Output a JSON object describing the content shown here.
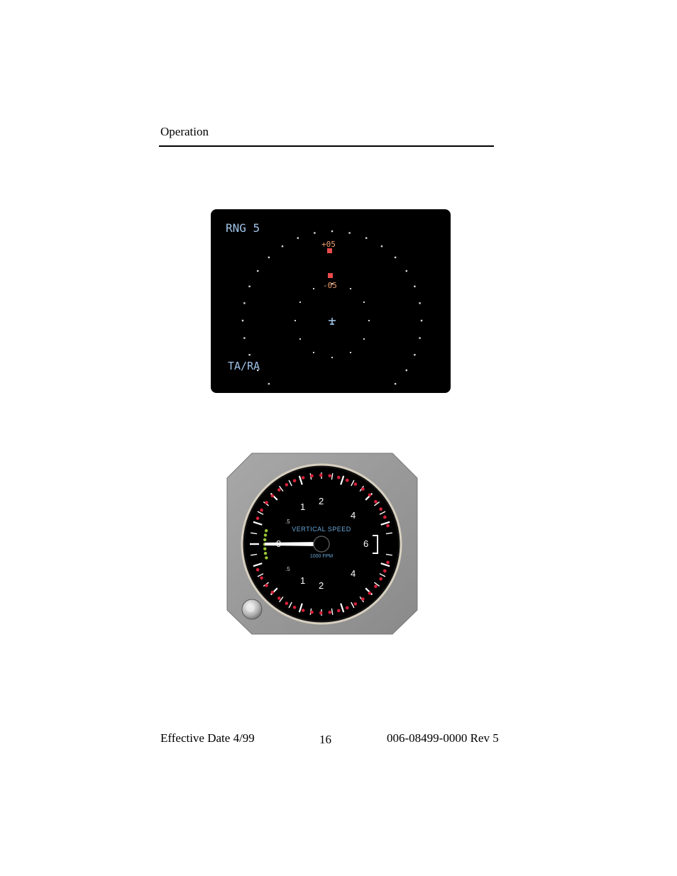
{
  "header": {
    "section_title": "Operation"
  },
  "tcas_display": {
    "range_label": "RNG 5",
    "mode_label": "TA/RA",
    "traffic": [
      {
        "altitude_tag": "+05",
        "color": "#e84a4a"
      },
      {
        "altitude_tag": "-05",
        "color": "#e84a4a"
      }
    ],
    "text_color": "#9fc3e8",
    "tag_color": "#f0a070"
  },
  "vsi": {
    "title": "VERTICAL SPEED",
    "units": "1000 FPM",
    "scale_labels_upper": [
      "1",
      "2",
      "4",
      "6"
    ],
    "scale_labels_lower": [
      "1",
      "2",
      "4"
    ],
    "half_label_upper": ".5",
    "half_label_lower": ".5",
    "zero_label": "0",
    "needle_value": 0,
    "text_color": "#6aa8d8",
    "red_marker_color": "#d8203a",
    "green_marker_color": "#9ac830"
  },
  "footer": {
    "effective_date": "Effective Date 4/99",
    "page_number": "16",
    "document_number": "006-08499-0000 Rev 5"
  }
}
